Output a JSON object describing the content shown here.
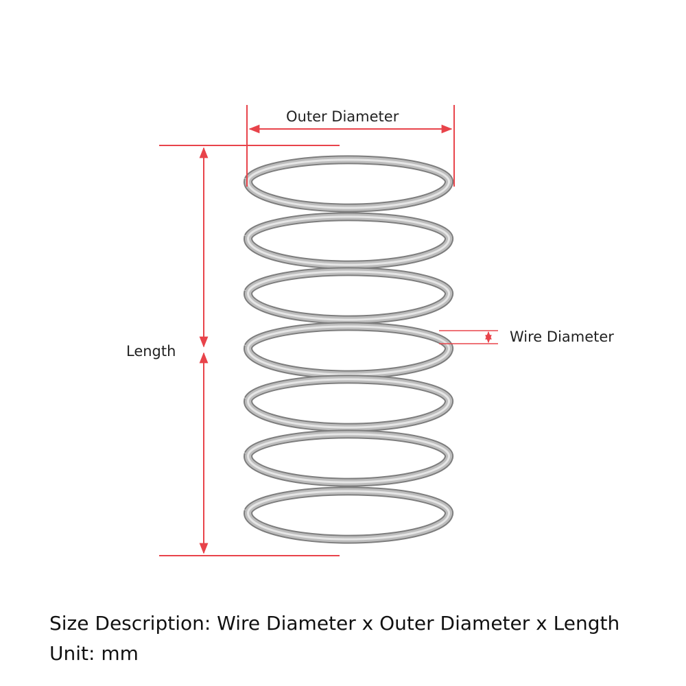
{
  "labels": {
    "outer_diameter": "Outer Diameter",
    "length": "Length",
    "wire_diameter": "Wire Diameter"
  },
  "caption": {
    "size_description": "Size Description: Wire Diameter x Outer Diameter x Length",
    "unit": "Unit: mm"
  },
  "colors": {
    "dimension_line": "#e8434a",
    "spring_wire": "#bdbdbd",
    "spring_outline": "#7d7d7d"
  }
}
